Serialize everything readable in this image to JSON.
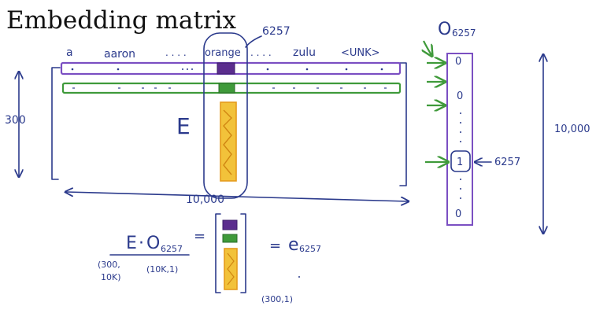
{
  "title": "Embedding matrix",
  "matrix_label": "E",
  "rows_label": "300",
  "cols_label": "10,000",
  "column_index_label": "6257",
  "column_words": [
    "a",
    "aaron",
    ". . . .",
    "orange",
    ". . . .",
    "zulu",
    "<UNK>"
  ],
  "onehot_label": "O",
  "onehot_sub": "6257",
  "onehot_values": [
    "0",
    "0",
    "1",
    "0"
  ],
  "onehot_index_label": "6257",
  "onehot_size_label": "10,000",
  "equation": {
    "lhs_E": "E",
    "lhs_dot": "·",
    "lhs_O": "O",
    "lhs_sub": "6257",
    "dim_E": "(300,",
    "dim_E2": "10K)",
    "dim_O": "(10K,1)",
    "equals": "=",
    "equals2": "=",
    "rhs": "e",
    "rhs_sub": "6257",
    "result_dim": "(300,1)"
  },
  "colors": {
    "ink": "#2b3a8c",
    "row_purple": "#7b4fc2",
    "row_green": "#3f9a3a",
    "column_orange": "#e59b1c"
  }
}
